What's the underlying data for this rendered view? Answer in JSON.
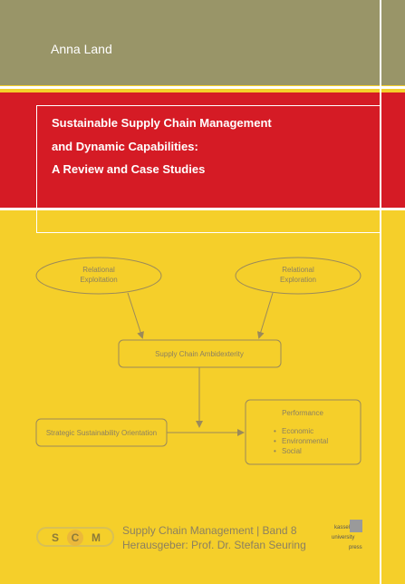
{
  "cover": {
    "author": "Anna Land",
    "title_lines": [
      "Sustainable Supply Chain Management",
      "and Dynamic Capabilities:",
      "A Review and Case Studies"
    ]
  },
  "diagram": {
    "relational_exploitation": [
      "Relational",
      "Exploitation"
    ],
    "relational_exploration": [
      "Relational",
      "Exploration"
    ],
    "supply_chain_ambidexterity": "Supply Chain Ambidexterity",
    "strategic_sustainability_orientation": "Strategic Sustainability Orientation",
    "performance": {
      "title": "Performance",
      "items": [
        "Economic",
        "Environmental",
        "Social"
      ]
    }
  },
  "series": {
    "logo_letters": [
      "S",
      "C",
      "M"
    ],
    "line1": "Supply Chain Management | Band 8",
    "line2": "Herausgeber: Prof. Dr. Stefan Seuring"
  },
  "publisher": {
    "lines": [
      "kassel",
      "university",
      "press"
    ]
  },
  "colors": {
    "yellow": "#f5cf2a",
    "red": "#d51b25",
    "olive": "#999568",
    "diagram_stroke": "#9b8a5a"
  }
}
